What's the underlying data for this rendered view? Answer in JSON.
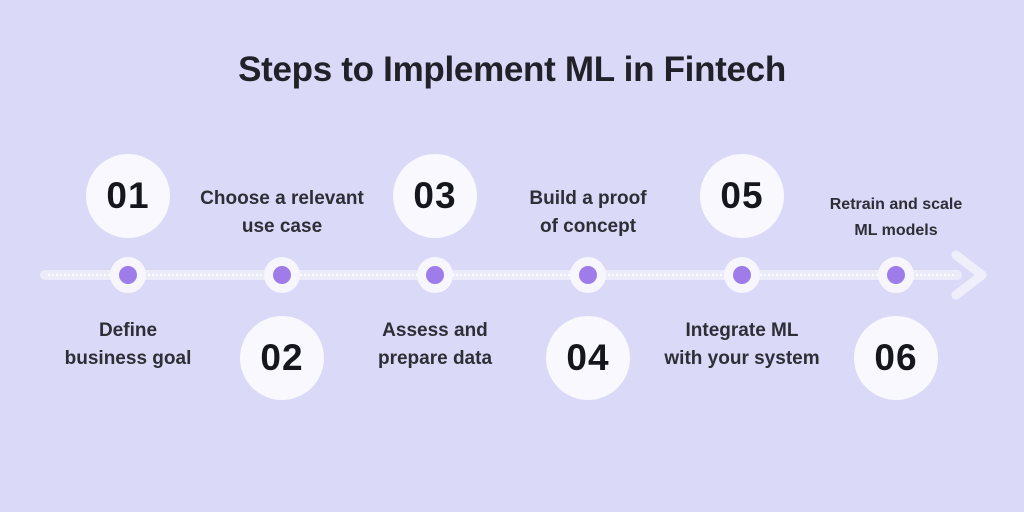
{
  "title": "Steps to Implement ML in Fintech",
  "steps": [
    {
      "number": "01",
      "line1": "Define",
      "line2": "business goal"
    },
    {
      "number": "02",
      "line1": "Choose a relevant",
      "line2": "use case"
    },
    {
      "number": "03",
      "line1": "Assess and",
      "line2": "prepare data"
    },
    {
      "number": "04",
      "line1": "Build a proof",
      "line2": "of concept"
    },
    {
      "number": "05",
      "line1": "Integrate ML",
      "line2": "with your system"
    },
    {
      "number": "06",
      "line1": "Retrain and scale",
      "line2": "ML models"
    }
  ],
  "colors": {
    "bg": "#DAD9F7",
    "circle": "#F8F8FE",
    "number": "#16161E",
    "title": "#212129",
    "label": "#2E2E36",
    "line": "#ECEBFA",
    "dot": "#9E7CEA",
    "ring": "#F7F6FD"
  },
  "icons": {
    "arrow_head": "right-arrow-head"
  }
}
